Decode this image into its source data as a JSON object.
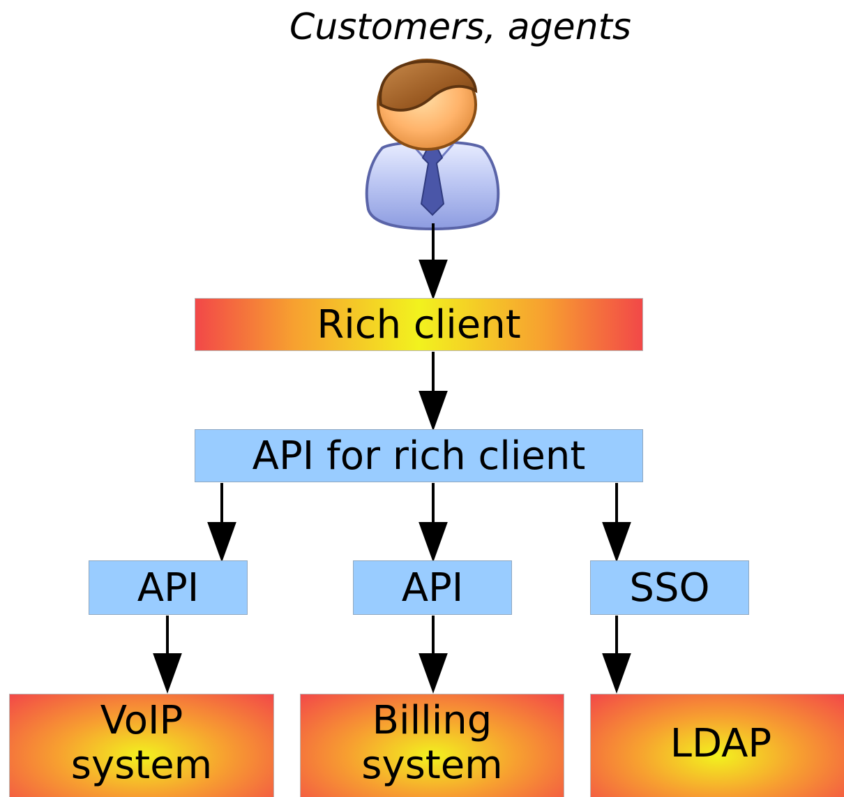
{
  "caption": "Customers, agents",
  "boxes": {
    "rich_client": "Rich client",
    "api_rich_client": "API for rich client",
    "api_voip": "API",
    "api_billing": "API",
    "sso": "SSO",
    "voip_line1": "VoIP",
    "voip_line2": "system",
    "billing_line1": "Billing",
    "billing_line2": "system",
    "ldap": "LDAP"
  },
  "icons": {
    "user": "user-icon"
  },
  "colors": {
    "api_box": "#99ccff",
    "gradient_edge": "#f24848",
    "gradient_mid": "#f7a030",
    "gradient_center": "#f2f21e",
    "arrow": "#000000"
  }
}
